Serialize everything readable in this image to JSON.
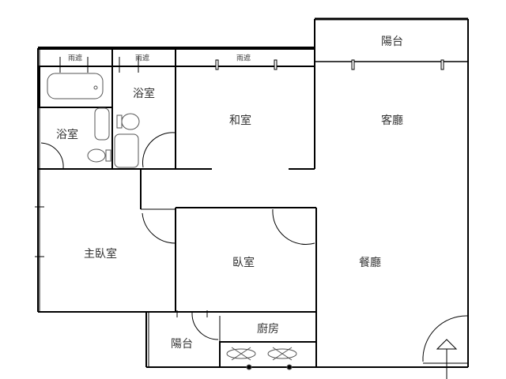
{
  "rooms": {
    "canopy_1": "雨遮",
    "canopy_2": "雨遮",
    "canopy_3": "雨遮",
    "bathroom_small": "浴室",
    "bathroom_large": "浴室",
    "japanese_room": "和室",
    "living_room": "客廳",
    "balcony_top": "陽台",
    "master_bedroom": "主臥室",
    "bedroom": "臥室",
    "dining_room": "餐廳",
    "kitchen": "廚房",
    "balcony_bottom": "陽台"
  },
  "colors": {
    "wall": "#000000",
    "fixture": "#555555"
  }
}
